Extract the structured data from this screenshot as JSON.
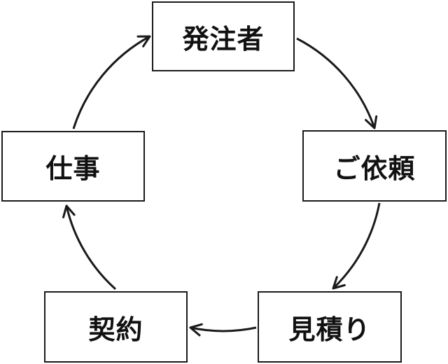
{
  "diagram": {
    "nodes": [
      {
        "id": "client",
        "label": "発注者"
      },
      {
        "id": "request",
        "label": "ご依頼"
      },
      {
        "id": "estimate",
        "label": "見積り"
      },
      {
        "id": "contract",
        "label": "契約"
      },
      {
        "id": "work",
        "label": "仕事"
      }
    ],
    "edges": [
      {
        "from": "client",
        "to": "request"
      },
      {
        "from": "request",
        "to": "estimate"
      },
      {
        "from": "estimate",
        "to": "contract"
      },
      {
        "from": "contract",
        "to": "work"
      },
      {
        "from": "work",
        "to": "client"
      }
    ],
    "colors": {
      "stroke": "#1a1a1a",
      "node_fill": "#ffffff",
      "text": "#111111"
    }
  }
}
